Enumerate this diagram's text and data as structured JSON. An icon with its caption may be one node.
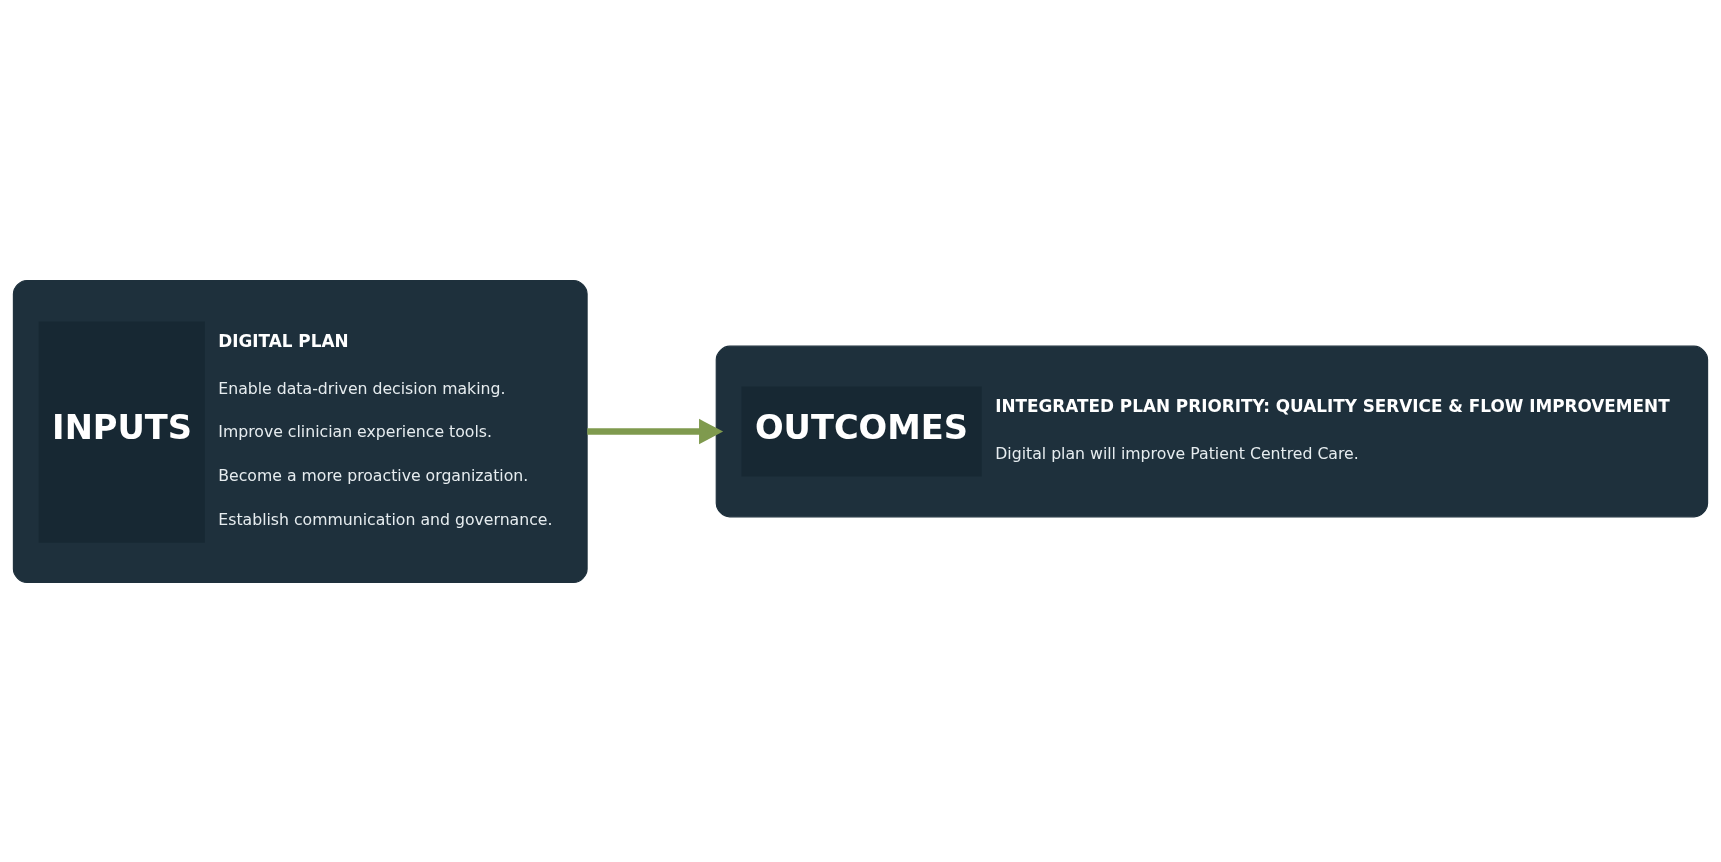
{
  "diagram": {
    "nodes": [
      {
        "text": [
          "INPUTS",
          "DIGITAL PLAN",
          "Enable data-driven decision making.",
          "Improve clinician experience tools.",
          "Become a more proactive organization.",
          "Establish communication and governance."
        ]
      },
      {
        "text": [
          "OUTCOMES",
          "INTEGRATED PLAN PRIORITY: QUALITY SERVICE & FLOW IMPROVEMENT",
          "Digital plan will improve Patient Centred Care."
        ]
      }
    ],
    "edges": [
      {
        "from": 0,
        "to": 1,
        "arrow": "to"
      }
    ]
  }
}
